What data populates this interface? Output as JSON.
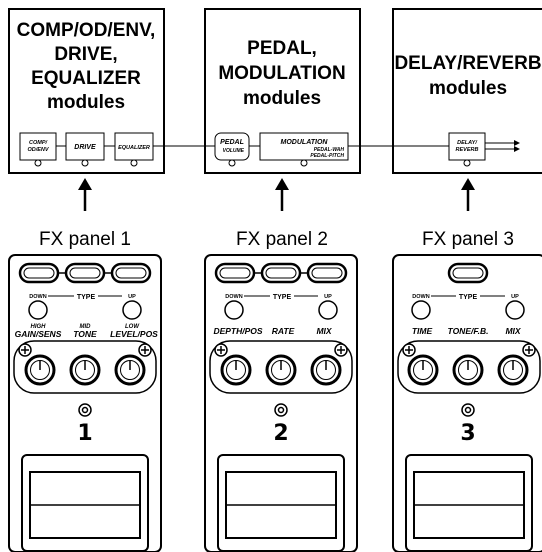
{
  "blocks": [
    {
      "title_lines": [
        "COMP/OD/ENV,",
        "DRIVE,",
        "EQUALIZER",
        "modules"
      ]
    },
    {
      "title_lines": [
        "PEDAL,",
        "MODULATION",
        "modules"
      ]
    },
    {
      "title_lines": [
        "DELAY/REVERB",
        "modules"
      ]
    }
  ],
  "modules": {
    "comp": [
      "COMP/",
      "OD/ENV"
    ],
    "drive": "DRIVE",
    "equalizer": "EQUALIZER",
    "pedal": [
      "PEDAL",
      "VOLUME"
    ],
    "modulation": "MODULATION",
    "modulation_sub": [
      "PEDAL-WAH",
      "PEDAL-PITCH"
    ],
    "delay": [
      "DELAY/",
      "REVERB"
    ]
  },
  "panels": [
    {
      "label": "FX panel 1",
      "number": "1",
      "type": {
        "down": "DOWN",
        "label": "TYPE",
        "up": "UP"
      },
      "knob_top_labels": [
        "HIGH",
        "MID",
        "LOW"
      ],
      "knob_labels": [
        "GAIN/SENS",
        "TONE",
        "LEVEL/POS"
      ]
    },
    {
      "label": "FX panel 2",
      "number": "2",
      "type": {
        "down": "DOWN",
        "label": "TYPE",
        "up": "UP"
      },
      "knob_top_labels": [
        "",
        "",
        ""
      ],
      "knob_labels": [
        "DEPTH/POS",
        "RATE",
        "MIX"
      ]
    },
    {
      "label": "FX panel 3",
      "number": "3",
      "type": {
        "down": "DOWN",
        "label": "TYPE",
        "up": "UP"
      },
      "knob_top_labels": [
        "",
        "",
        ""
      ],
      "knob_labels": [
        "TIME",
        "TONE/F.B.",
        "MIX"
      ]
    }
  ]
}
